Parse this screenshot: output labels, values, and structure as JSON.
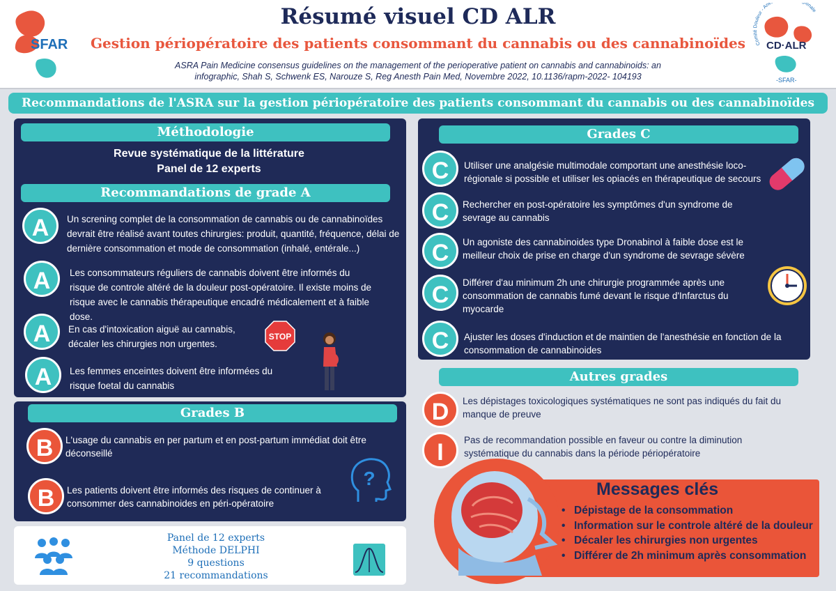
{
  "header": {
    "title": "Résumé visuel CD ALR",
    "subtitle": "Gestion périopératoire des patients consommant du cannabis ou des cannabinoïdes",
    "reference": "ASRA Pain Medicine consensus guidelines on the management of the perioperative patient on cannabis and cannabinoids: an infographic, Shah S, Schwenk ES, Narouze S, Reg Anesth Pain Med, Novembre 2022, 10.1136/rapm-2022- 104193",
    "logo_left": "SFAR",
    "logo_right": "CD·ALR",
    "logo_right_ring": "Comité Douleur - Anesthésie Locorégionale",
    "logo_right_bottom": "-SFAR-"
  },
  "banner": "Recommandations de l'ASRA sur la gestion périopératoire des patients consommant du cannabis ou des cannabinoïdes",
  "methodology": {
    "title": "Méthodologie",
    "line1": "Revue systématique de la littérature",
    "line2": "Panel de 12 experts"
  },
  "grade_a": {
    "title": "Recommandations de grade A",
    "items": [
      {
        "letter": "A",
        "text": "Un screning complet de la consommation de cannabis ou de cannabinoïdes devrait être réalisé avant toutes chirurgies: produit, quantité, fréquence, délai de dernière consommation et mode de consommation (inhalé, entérale...)"
      },
      {
        "letter": "A",
        "text": "Les consommateurs réguliers de cannabis doivent être informés du risque de controle altéré de la douleur post-opératoire. Il existe moins de risque avec le cannabis thérapeutique encadré médicalement et à faible dose."
      },
      {
        "letter": "A",
        "text": "En cas d'intoxication aiguë au cannabis, décaler les chirurgies non urgentes."
      },
      {
        "letter": "A",
        "text": "Les femmes enceintes doivent être informées du risque foetal du cannabis"
      }
    ],
    "stop_label": "STOP"
  },
  "grade_b": {
    "title": "Grades B",
    "items": [
      {
        "letter": "B",
        "text": "L'usage du cannabis en per partum et en post-partum immédiat doit être déconseillé"
      },
      {
        "letter": "B",
        "text": "Les patients doivent être informés des risques de continuer à consommer des cannabinoides en péri-opératoire"
      }
    ]
  },
  "bottom": {
    "line1": "Panel de 12 experts",
    "line2": "Méthode DELPHI",
    "line3": "9 questions",
    "line4": "21 recommandations"
  },
  "grade_c": {
    "title": "Grades C",
    "items": [
      {
        "letter": "C",
        "text": "Utiliser une analgésie multimodale comportant une anesthésie loco-régionale si possible et utiliser les opiacés en thérapeutique de secours"
      },
      {
        "letter": "C",
        "text": "Rechercher en post-opératoire les symptômes d'un syndrome de sevrage au cannabis"
      },
      {
        "letter": "C",
        "text": "Un agoniste des cannabinoides type Dronabinol à faible dose est le meilleur choix de prise en charge d'un syndrome de sevrage sévère"
      },
      {
        "letter": "C",
        "text": "Différer d'au minimum 2h une chirurgie programmée après une consommation de cannabis fumé devant le risque d'Infarctus du myocarde"
      },
      {
        "letter": "C",
        "text": "Ajuster les doses d'induction et de maintien de l'anesthésie en fonction de la consommation de cannabinoides"
      }
    ]
  },
  "other_grades": {
    "title": "Autres grades",
    "items": [
      {
        "letter": "D",
        "text": "Les dépistages toxicologiques systématiques ne sont pas indiqués du fait du manque de preuve"
      },
      {
        "letter": "I",
        "text": "Pas de recommandation possible en faveur ou contre la diminution systématique du cannabis dans la période périopératoire"
      }
    ]
  },
  "key_messages": {
    "title": "Messages clés",
    "items": [
      "Dépistage de la consommation",
      "Information sur le controle altéré de la douleur",
      "Décaler les chirurgies non urgentes",
      "Différer de 2h minimum après consommation"
    ]
  },
  "colors": {
    "navy": "#1f2a57",
    "teal": "#3ec1c0",
    "orange": "#ea5539",
    "background": "#dfe2e8"
  },
  "icons": [
    "sfar-logo",
    "cd-alr-logo",
    "stop-sign-icon",
    "pregnant-woman-icon",
    "head-question-icon",
    "group-people-icon",
    "bell-curve-icon",
    "pill-capsule-icon",
    "clock-icon",
    "brain-head-icon"
  ]
}
